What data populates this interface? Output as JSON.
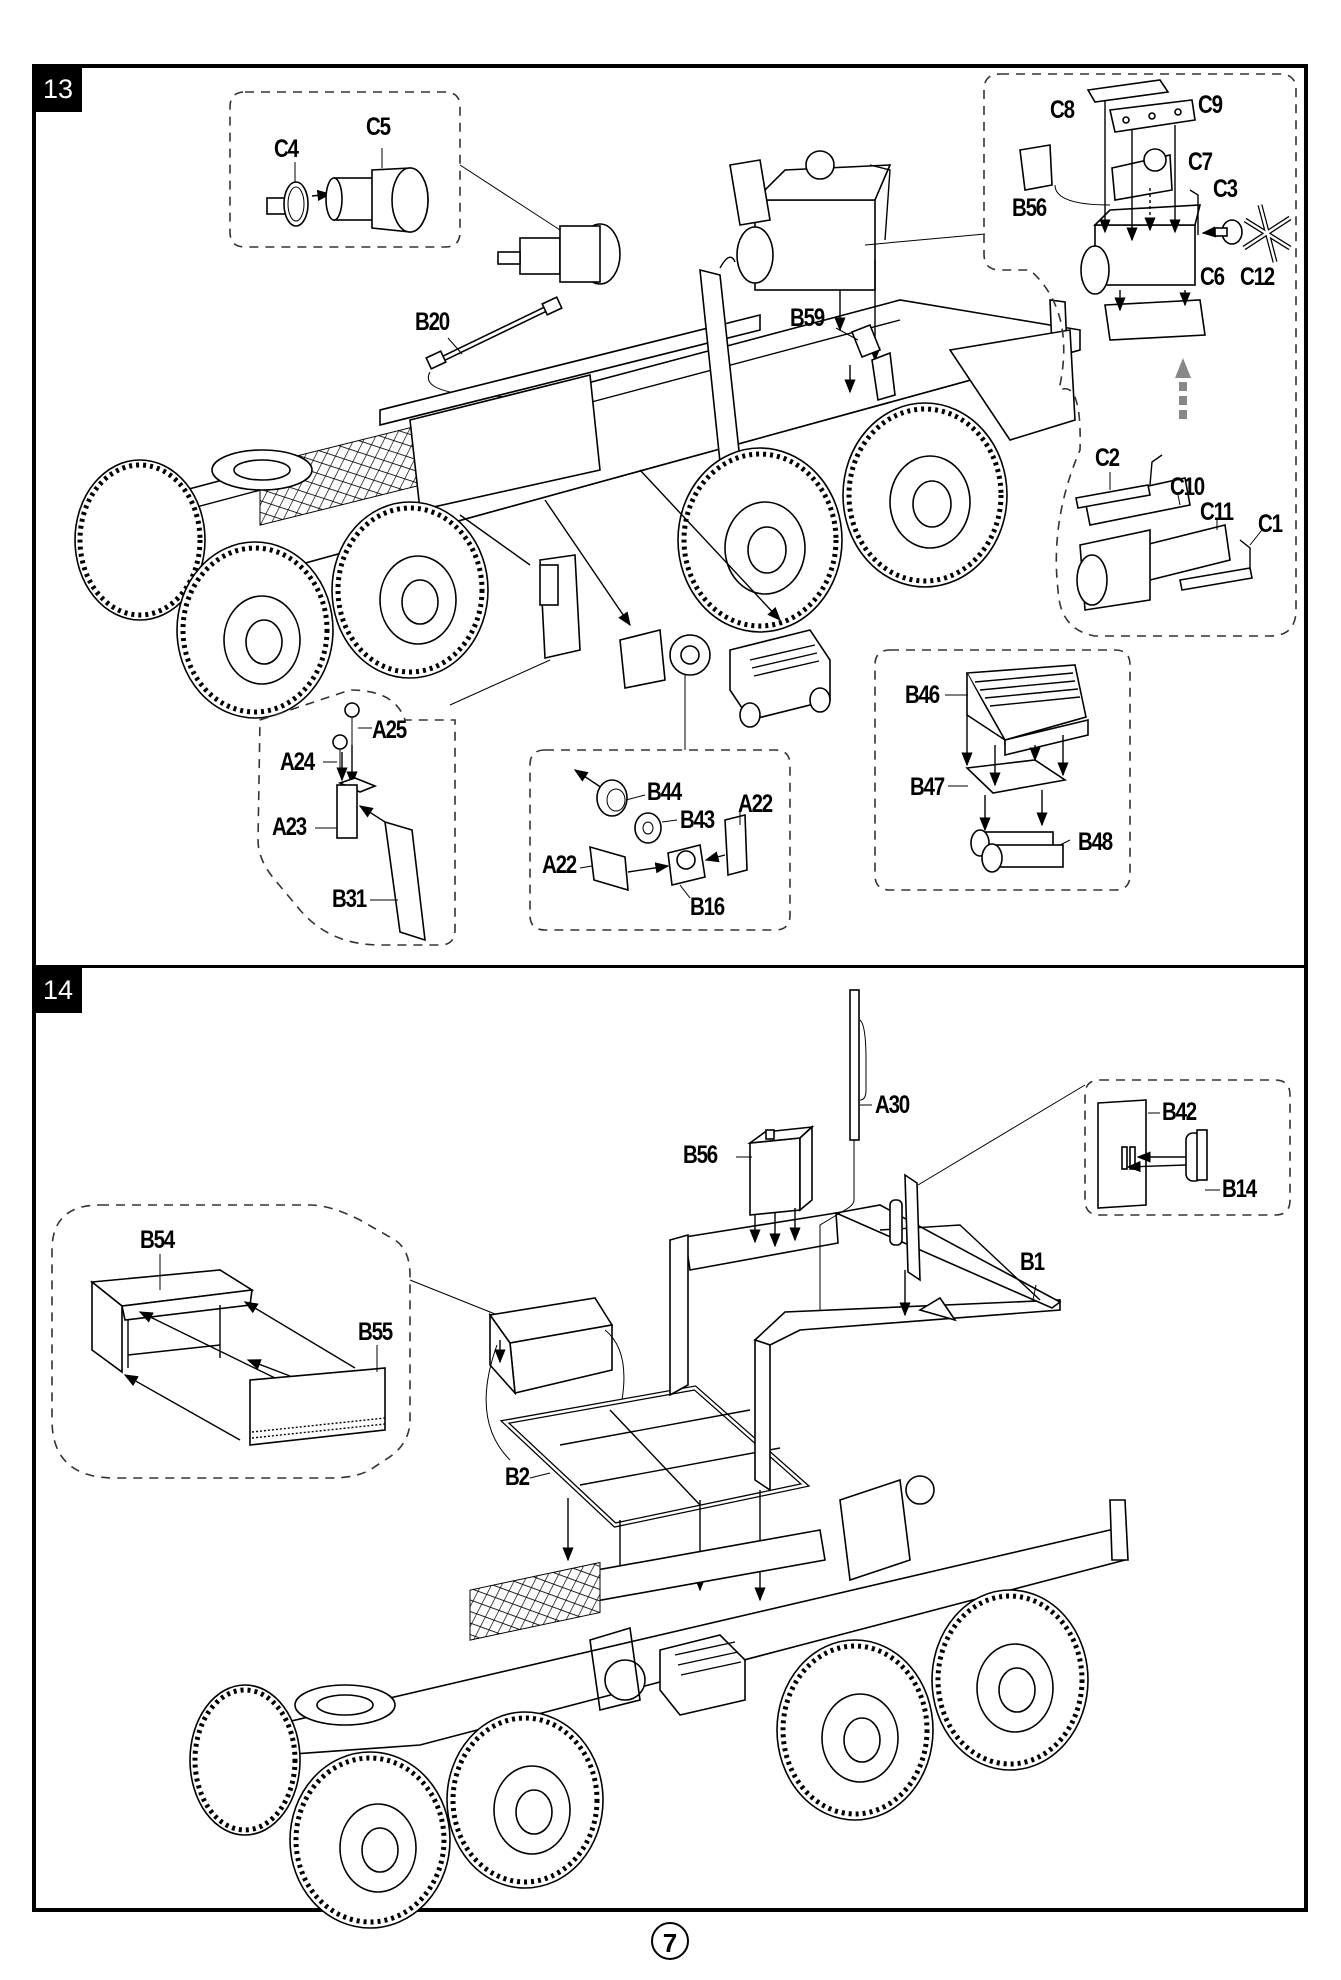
{
  "page": {
    "page_number": "7",
    "background": "#ffffff",
    "ink": "#000000",
    "hint_arrow_color": "#888888"
  },
  "steps": [
    {
      "number": "13",
      "callouts": [
        {
          "name": "engine-gear-subassembly",
          "parts": [
            "C4",
            "C5"
          ]
        },
        {
          "name": "engine-subassembly",
          "parts": [
            "C8",
            "C9",
            "C7",
            "B56",
            "C3",
            "C12",
            "C6"
          ]
        },
        {
          "name": "engine-block-subassembly",
          "parts": [
            "C2",
            "C10",
            "C11",
            "C1"
          ]
        },
        {
          "name": "mirror-mudflap-subassembly",
          "parts": [
            "A25",
            "A24",
            "A23",
            "B31"
          ]
        },
        {
          "name": "spare-wheel-mount-subassembly",
          "parts": [
            "B44",
            "B43",
            "A22",
            "A22",
            "B16"
          ]
        },
        {
          "name": "battery-box-subassembly",
          "parts": [
            "B46",
            "B47",
            "B48"
          ]
        }
      ],
      "main_labels": [
        "B20",
        "B59"
      ]
    },
    {
      "number": "14",
      "callouts": [
        {
          "name": "tool-box-subassembly",
          "parts": [
            "B54",
            "B55"
          ]
        },
        {
          "name": "bracket-subassembly",
          "parts": [
            "B42",
            "B14"
          ]
        }
      ],
      "main_labels": [
        "B56",
        "A30",
        "B1",
        "B2"
      ]
    }
  ],
  "labels": {
    "C4": "C4",
    "C5": "C5",
    "B20": "B20",
    "B59": "B59",
    "C8": "C8",
    "C9": "C9",
    "C7": "C7",
    "B56": "B56",
    "C3": "C3",
    "C12": "C12",
    "C6": "C6",
    "C2": "C2",
    "C10": "C10",
    "C11": "C11",
    "C1": "C1",
    "A25": "A25",
    "A24": "A24",
    "A23": "A23",
    "B31": "B31",
    "B44": "B44",
    "B43": "B43",
    "A22a": "A22",
    "A22b": "A22",
    "B16": "B16",
    "B46": "B46",
    "B47": "B47",
    "B48": "B48",
    "B54": "B54",
    "B55": "B55",
    "B2": "B2",
    "s14_B56": "B56",
    "A30": "A30",
    "B42": "B42",
    "B14": "B14",
    "B1": "B1"
  }
}
